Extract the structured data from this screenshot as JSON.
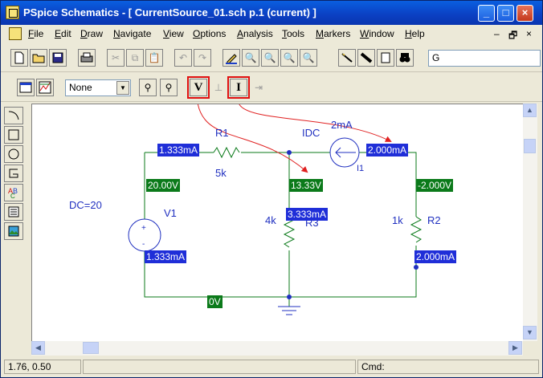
{
  "window": {
    "title": "PSpice Schematics - [ CurrentSource_01.sch  p.1 (current) ]",
    "controls": {
      "minimize": "_",
      "maximize": "□",
      "close": "×"
    }
  },
  "menu": {
    "items": [
      {
        "label": "File",
        "accel": "F"
      },
      {
        "label": "Edit",
        "accel": "E"
      },
      {
        "label": "Draw",
        "accel": "D"
      },
      {
        "label": "Navigate",
        "accel": "N"
      },
      {
        "label": "View",
        "accel": "V"
      },
      {
        "label": "Options",
        "accel": "O"
      },
      {
        "label": "Analysis",
        "accel": "A"
      },
      {
        "label": "Tools",
        "accel": "T"
      },
      {
        "label": "Markers",
        "accel": "M"
      },
      {
        "label": "Window",
        "accel": "W"
      },
      {
        "label": "Help",
        "accel": "H"
      }
    ],
    "mdi": {
      "minimize": "–",
      "restore": "🗗",
      "close": "×"
    }
  },
  "toolbar1": {
    "part_field_value": "G"
  },
  "toolbar2": {
    "display_combo": "None",
    "voltage_button": "V",
    "current_button": "I"
  },
  "schematic": {
    "source_label": "DC=20",
    "components": {
      "v1": "V1",
      "r1": "R1",
      "r1_value": "5k",
      "idc": "IDC",
      "i1": "I1",
      "i1_value": "2mA",
      "r2": "R2",
      "r2_value": "1k",
      "r3_value": "4k",
      "r3": "R3"
    },
    "current_labels": {
      "v1_top": "1.333mA",
      "v1_bottom": "1.333mA",
      "r3": "3.333mA",
      "i1": "2.000mA",
      "r2": "2.000mA"
    },
    "voltage_labels": {
      "node_left": "20.00V",
      "node_mid": "13.33V",
      "node_right": "-2.000V",
      "ground": "0V"
    }
  },
  "status": {
    "coords": "1.76, 0.50",
    "cmd_label": "Cmd:"
  },
  "colors": {
    "title_blue": "#0b3fc2",
    "wire_green": "#0b7a1a",
    "component_blue": "#2030c0",
    "current_label_bg": "#1f2ed8",
    "voltage_label_bg": "#0b7a1a",
    "highlight_red": "#e01010",
    "arrow_red": "#e02020"
  }
}
